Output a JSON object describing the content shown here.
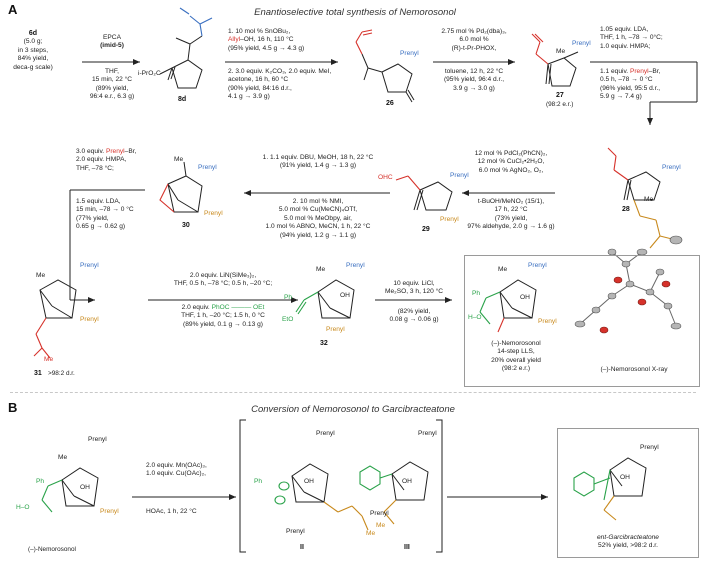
{
  "panelA": {
    "letter": "A",
    "title": "Enantioselective total synthesis of Nemorosonol",
    "start": {
      "name": "6d",
      "line1": "(5.0 g;",
      "line2": "in 3 steps,",
      "line3": "84% yield,",
      "line4": "deca-g scale)"
    },
    "step1": {
      "l1": "EPCA",
      "l2": "(imid-5)",
      "l3": "THF,",
      "l4": "15 min, 22 °C",
      "l5": "(89% yield,",
      "l6": "96:4 e.r., 6.3 g)"
    },
    "c8d": {
      "label": "8d",
      "ipr": "i-PrO₂C"
    },
    "step2": {
      "l1": "1. 10 mol % SnOBu₂,",
      "l2": "Allyl–OH, 16 h, 110 °C",
      "l3": "(95% yield, 4.5 g → 4.3 g)",
      "l4": "2. 3.0 equiv. K₂CO₃, 2.0 equiv. MeI,",
      "l5": "acetone, 16 h, 60 °C",
      "l6": "(90% yield, 84:16 d.r.,",
      "l7": "4.1 g → 3.9 g)"
    },
    "c26": {
      "label": "26",
      "prenyl": "Prenyl"
    },
    "step3": {
      "l1": "2.75 mol % Pd₂(dba)₃,",
      "l2": "6.0 mol %",
      "l3": "(R)-t-Pr-PHOX,",
      "l4": "toluene, 12 h, 22 °C",
      "l5": "(95% yield, 96:4 d.r.,",
      "l6": "3.9 g → 3.0 g)"
    },
    "c27": {
      "label": "27",
      "er": "(98:2 e.r.)",
      "me": "Me",
      "prenyl": "Prenyl"
    },
    "step4": {
      "l1": "1.05 equiv. LDA,",
      "l2": "THF, 1 h, –78 → 0°C;",
      "l3": "1.0 equiv. HMPA;",
      "l4": "1.1 equiv.",
      "l4b": "Prenyl",
      "l4c": "–Br,",
      "l5": "0.5 h, –78 → 0 °C",
      "l6": "(96% yield, 95:5 d.r.,",
      "l7": "5.9 g → 7.4 g)"
    },
    "c28": {
      "label": "28",
      "prenyl": "Prenyl",
      "me": "Me"
    },
    "step5": {
      "l1": "12 mol % PdCl₂(PhCN)₂,",
      "l2": "12 mol % CuCl₂•2H₂O,",
      "l3": "6.0 mol % AgNO₂, O₂,",
      "l4": "t-BuOH/MeNO₂ (15/1),",
      "l5": "17 h, 22 °C",
      "l6": "(73% yield,",
      "l7": "97% aldehyde, 2.0 g → 1.6 g)"
    },
    "c29": {
      "label": "29",
      "ohc": "OHC",
      "prenyl1": "Prenyl",
      "prenyl2": "Prenyl"
    },
    "step6": {
      "l1": "1. 1.1 equiv. DBU, MeOH, 18 h, 22 °C",
      "l2": "(91% yield, 1.4 g → 1.3 g)",
      "l3": "2. 10 mol % NMI,",
      "l4": "5.0 mol % Cu(MeCN)₄OTf,",
      "l5": "5.0 mol % MeObpy, air,",
      "l6": "1.0 mol % ABNO, MeCN, 1 h, 22 °C",
      "l7": "(94% yield, 1.2 g → 1.1 g)"
    },
    "c30": {
      "label": "30",
      "me": "Me",
      "prenyl1": "Prenyl",
      "prenyl2": "Prenyl"
    },
    "step7": {
      "l1": "3.0 equiv.",
      "l1b": "Prenyl",
      "l1c": "–Br,",
      "l2": "2.0 equiv. HMPA,",
      "l3": "THF, –78 °C;",
      "l4": "1.5 equiv. LDA,",
      "l5": "15 min, –78 → 0 °C",
      "l6": "(77% yield,",
      "l7": "0.65 g → 0.62 g)"
    },
    "c31": {
      "label": "31",
      "dr": ">98:2 d.r.",
      "me1": "Me",
      "me2": "Me",
      "prenyl1": "Prenyl",
      "prenyl2": "Prenyl"
    },
    "step8": {
      "l1": "2.0 equiv. LiN(SiMe₃)₂,",
      "l2": "THF, 0.5 h, –78 °C; 0.5 h, –20 °C;",
      "l3a": "2.0 equiv.",
      "l3b": "PhOC",
      "l3c": "OEt",
      "l4": "THF, 1 h, –20 °C; 1.5 h, 0 °C",
      "l5": "(89% yield, 0.1 g → 0.13 g)"
    },
    "c32": {
      "label": "32",
      "ph": "Ph",
      "eto": "EtO",
      "me": "Me",
      "oh": "OH",
      "prenyl1": "Prenyl",
      "prenyl2": "Prenyl"
    },
    "step9": {
      "l1": "10 equiv. LiCl,",
      "l2": "Me₂SO, 3 h, 120 °C",
      "l3": "(82% yield,",
      "l4": "0.08 g → 0.06 g)"
    },
    "final": {
      "name": "(–)-Nemorosonol",
      "l2": "14-step LLS,",
      "l3": "20% overall yield",
      "l4": "(98:2 e.r.)",
      "xray": "(–)-Nemorosonol X-ray",
      "ph": "Ph",
      "ho": "H–O",
      "me": "Me",
      "oh": "OH",
      "prenyl1": "Prenyl",
      "prenyl2": "Prenyl"
    }
  },
  "panelB": {
    "letter": "B",
    "title": "Conversion of Nemorosonol to Garcibracteatone",
    "start": {
      "name": "(–)-Nemorosonol",
      "ph": "Ph",
      "ho": "H–O",
      "oh": "OH",
      "me": "Me",
      "prenyl1": "Prenyl",
      "prenyl2": "Prenyl"
    },
    "stepB": {
      "l1": "2.0 equiv. Mn(OAc)₃,",
      "l2": "1.0 equiv. Cu(OAc)₂,",
      "l3": "HOAc, 1 h, 22 °C"
    },
    "II": {
      "label": "II",
      "ph": "Ph",
      "oh": "OH",
      "prenyl1": "Prenyl",
      "prenyl2": "Prenyl",
      "me": "Me"
    },
    "III": {
      "label": "III",
      "oh": "OH",
      "prenyl1": "Prenyl",
      "prenyl2": "Prenyl",
      "me": "Me"
    },
    "product": {
      "name": "ent-Garcibracteatone",
      "l2": "52% yield, >98:2 d.r.",
      "prenyl": "Prenyl",
      "oh": "OH"
    }
  },
  "colors": {
    "red": "#d6322b",
    "blue": "#3a6fc0",
    "orange": "#c8891c",
    "green": "#2aa24a",
    "ink": "#222222"
  }
}
